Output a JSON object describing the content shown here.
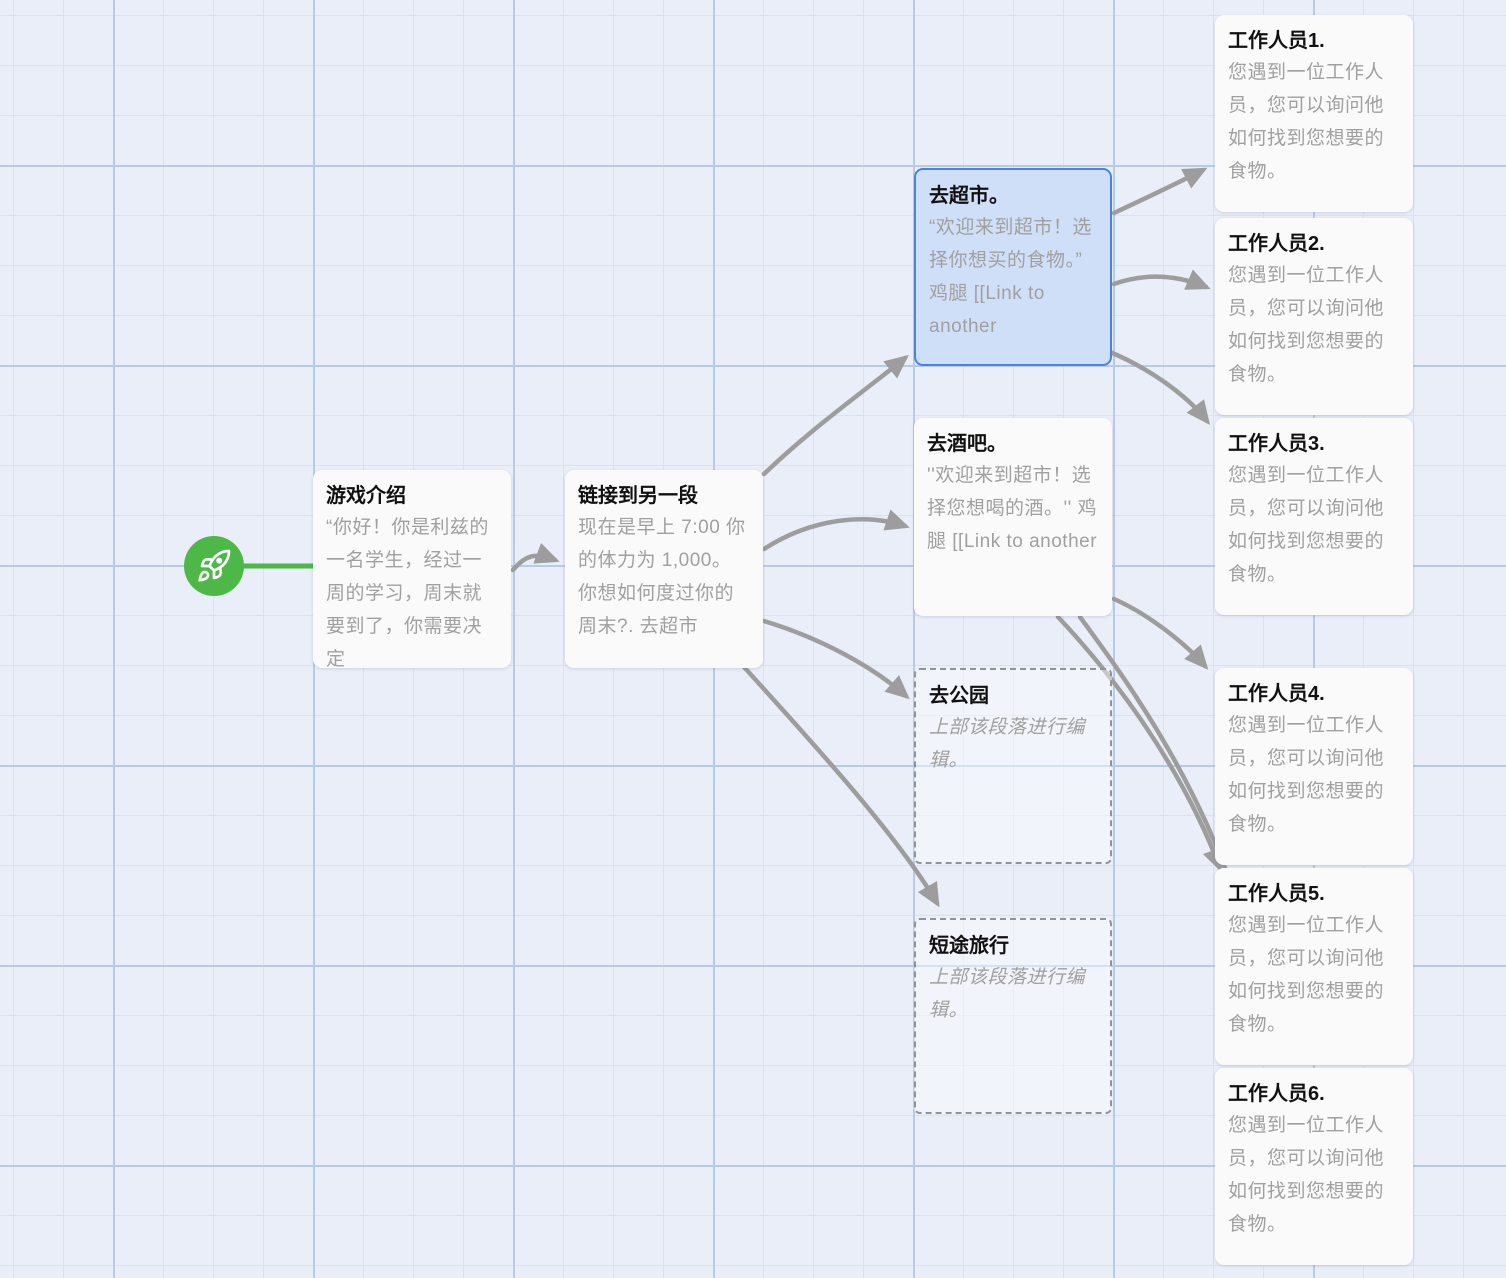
{
  "app": {
    "name": "story-map"
  },
  "start_node": {
    "icon": "rocket-icon"
  },
  "passages": [
    {
      "id": "intro",
      "title": "游戏介绍",
      "body": "“你好！你是利兹的一名学生，经过一周的学习，周末就要到了，你需要决定",
      "style": "normal"
    },
    {
      "id": "link-passage",
      "title": "链接到另一段",
      "body": "现在是早上 7:00 你的体力为 1,000。你想如何度过你的周末?. 去超市",
      "style": "normal"
    },
    {
      "id": "supermarket",
      "title": "去超市。",
      "body": "“欢迎来到超市！选择你想买的食物。” 鸡腿 [[Link to another",
      "style": "selected"
    },
    {
      "id": "bar",
      "title": "去酒吧。",
      "body": "''欢迎来到超市！选择您想喝的酒。'' 鸡腿 [[Link to another",
      "style": "normal"
    },
    {
      "id": "park",
      "title": "去公园",
      "body": "上部该段落进行编辑。",
      "style": "empty"
    },
    {
      "id": "trip",
      "title": "短途旅行",
      "body": "上部该段落进行编辑。",
      "style": "empty"
    },
    {
      "id": "worker1",
      "title": "工作人员1.",
      "body": "您遇到一位工作人员，您可以询问他如何找到您想要的食物。",
      "style": "normal"
    },
    {
      "id": "worker2",
      "title": "工作人员2.",
      "body": "您遇到一位工作人员，您可以询问他如何找到您想要的食物。",
      "style": "normal"
    },
    {
      "id": "worker3",
      "title": "工作人员3.",
      "body": "您遇到一位工作人员，您可以询问他如何找到您想要的食物。",
      "style": "normal"
    },
    {
      "id": "worker4",
      "title": "工作人员4.",
      "body": "您遇到一位工作人员，您可以询问他如何找到您想要的食物。",
      "style": "normal"
    },
    {
      "id": "worker5",
      "title": "工作人员5.",
      "body": "您遇到一位工作人员，您可以询问他如何找到您想要的食物。",
      "style": "normal"
    },
    {
      "id": "worker6",
      "title": "工作人员6.",
      "body": "您遇到一位工作人员，您可以询问他如何找到您想要的食物。",
      "style": "normal"
    }
  ],
  "connections": [
    {
      "from": "start",
      "to": "intro"
    },
    {
      "from": "intro",
      "to": "link-passage"
    },
    {
      "from": "link-passage",
      "to": "supermarket"
    },
    {
      "from": "link-passage",
      "to": "bar"
    },
    {
      "from": "link-passage",
      "to": "park"
    },
    {
      "from": "link-passage",
      "to": "trip"
    },
    {
      "from": "supermarket",
      "to": "worker1"
    },
    {
      "from": "supermarket",
      "to": "worker2"
    },
    {
      "from": "supermarket",
      "to": "worker3"
    },
    {
      "from": "bar",
      "to": "worker4"
    },
    {
      "from": "bar",
      "to": "worker5"
    },
    {
      "from": "bar",
      "to": "worker6"
    }
  ],
  "colors": {
    "grid_bg": "#e9eef8",
    "grid_minor": "#d9e2f3",
    "grid_major": "#b7cbe9",
    "arrow": "#9d9d9d",
    "start_green": "#4db848",
    "node_bg": "#fafafa",
    "selected_bg": "#cfdff7",
    "selected_border": "#4a82e0",
    "title_text": "#111111",
    "body_text": "#a0a0a0"
  }
}
